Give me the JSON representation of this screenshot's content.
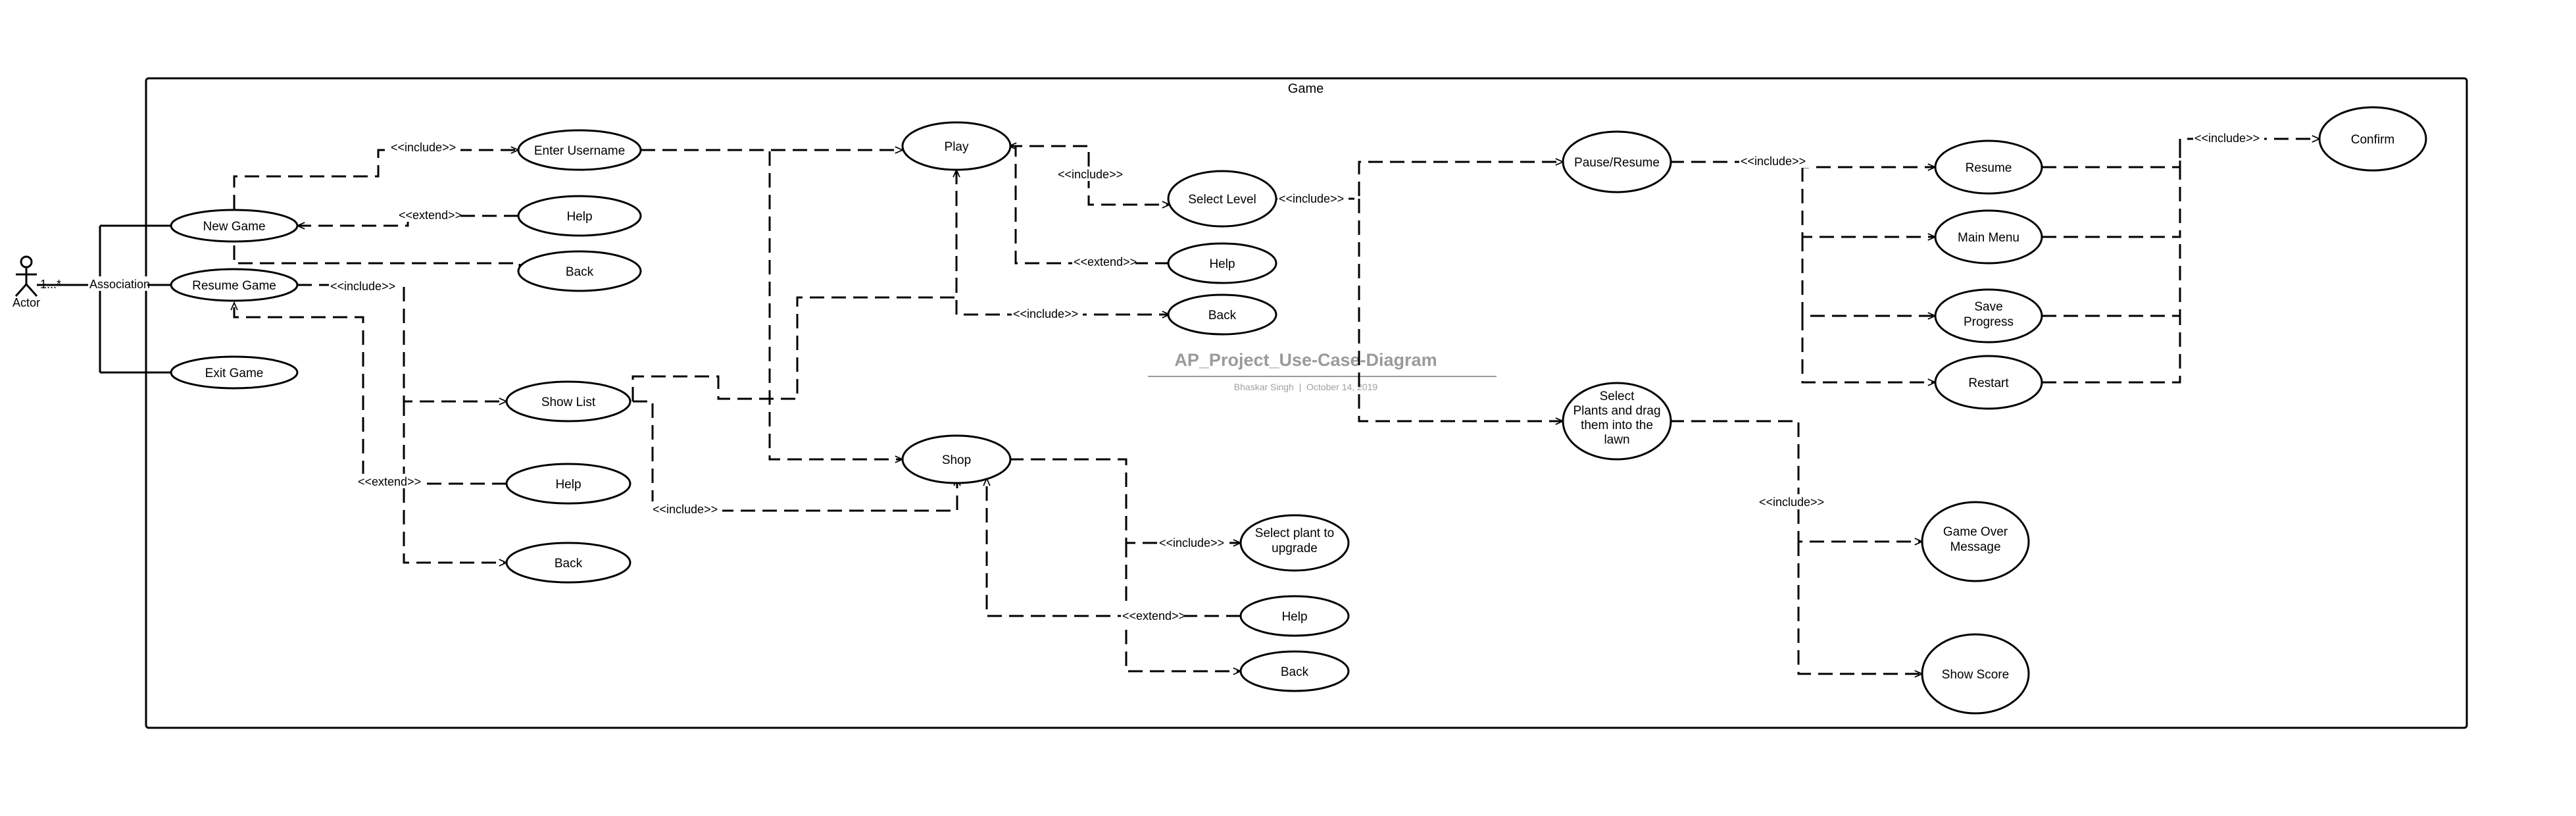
{
  "diagram": {
    "system_name": "Game",
    "actor": {
      "name": "Actor",
      "multiplicity": "1...*",
      "association_label": "Association"
    },
    "title": "AP_Project_Use-Case-Diagram",
    "subtitle": "Bhaskar Singh  |  October 14, 2019",
    "use_cases": {
      "new_game": "New Game",
      "resume_game": "Resume Game",
      "exit_game": "Exit Game",
      "enter_username": "Enter Username",
      "help_new": "Help",
      "back_new": "Back",
      "show_list": "Show List",
      "help_resume": "Help",
      "back_resume": "Back",
      "play": "Play",
      "select_level": "Select Level",
      "help_play": "Help",
      "back_play": "Back",
      "shop": "Shop",
      "select_plant_upgrade": [
        "Select plant to",
        "upgrade"
      ],
      "help_shop": "Help",
      "back_shop": "Back",
      "pause_resume": "Pause/Resume",
      "select_plants": [
        "Select",
        "Plants and drag",
        "them into the",
        "lawn"
      ],
      "resume": "Resume",
      "main_menu": "Main Menu",
      "save_progress": [
        "Save",
        "Progress"
      ],
      "restart": "Restart",
      "confirm": "Confirm",
      "game_over": [
        "Game Over",
        "Message"
      ],
      "show_score": "Show Score"
    },
    "relations": {
      "include": "<<include>>",
      "extend": "<<extend>>"
    }
  }
}
